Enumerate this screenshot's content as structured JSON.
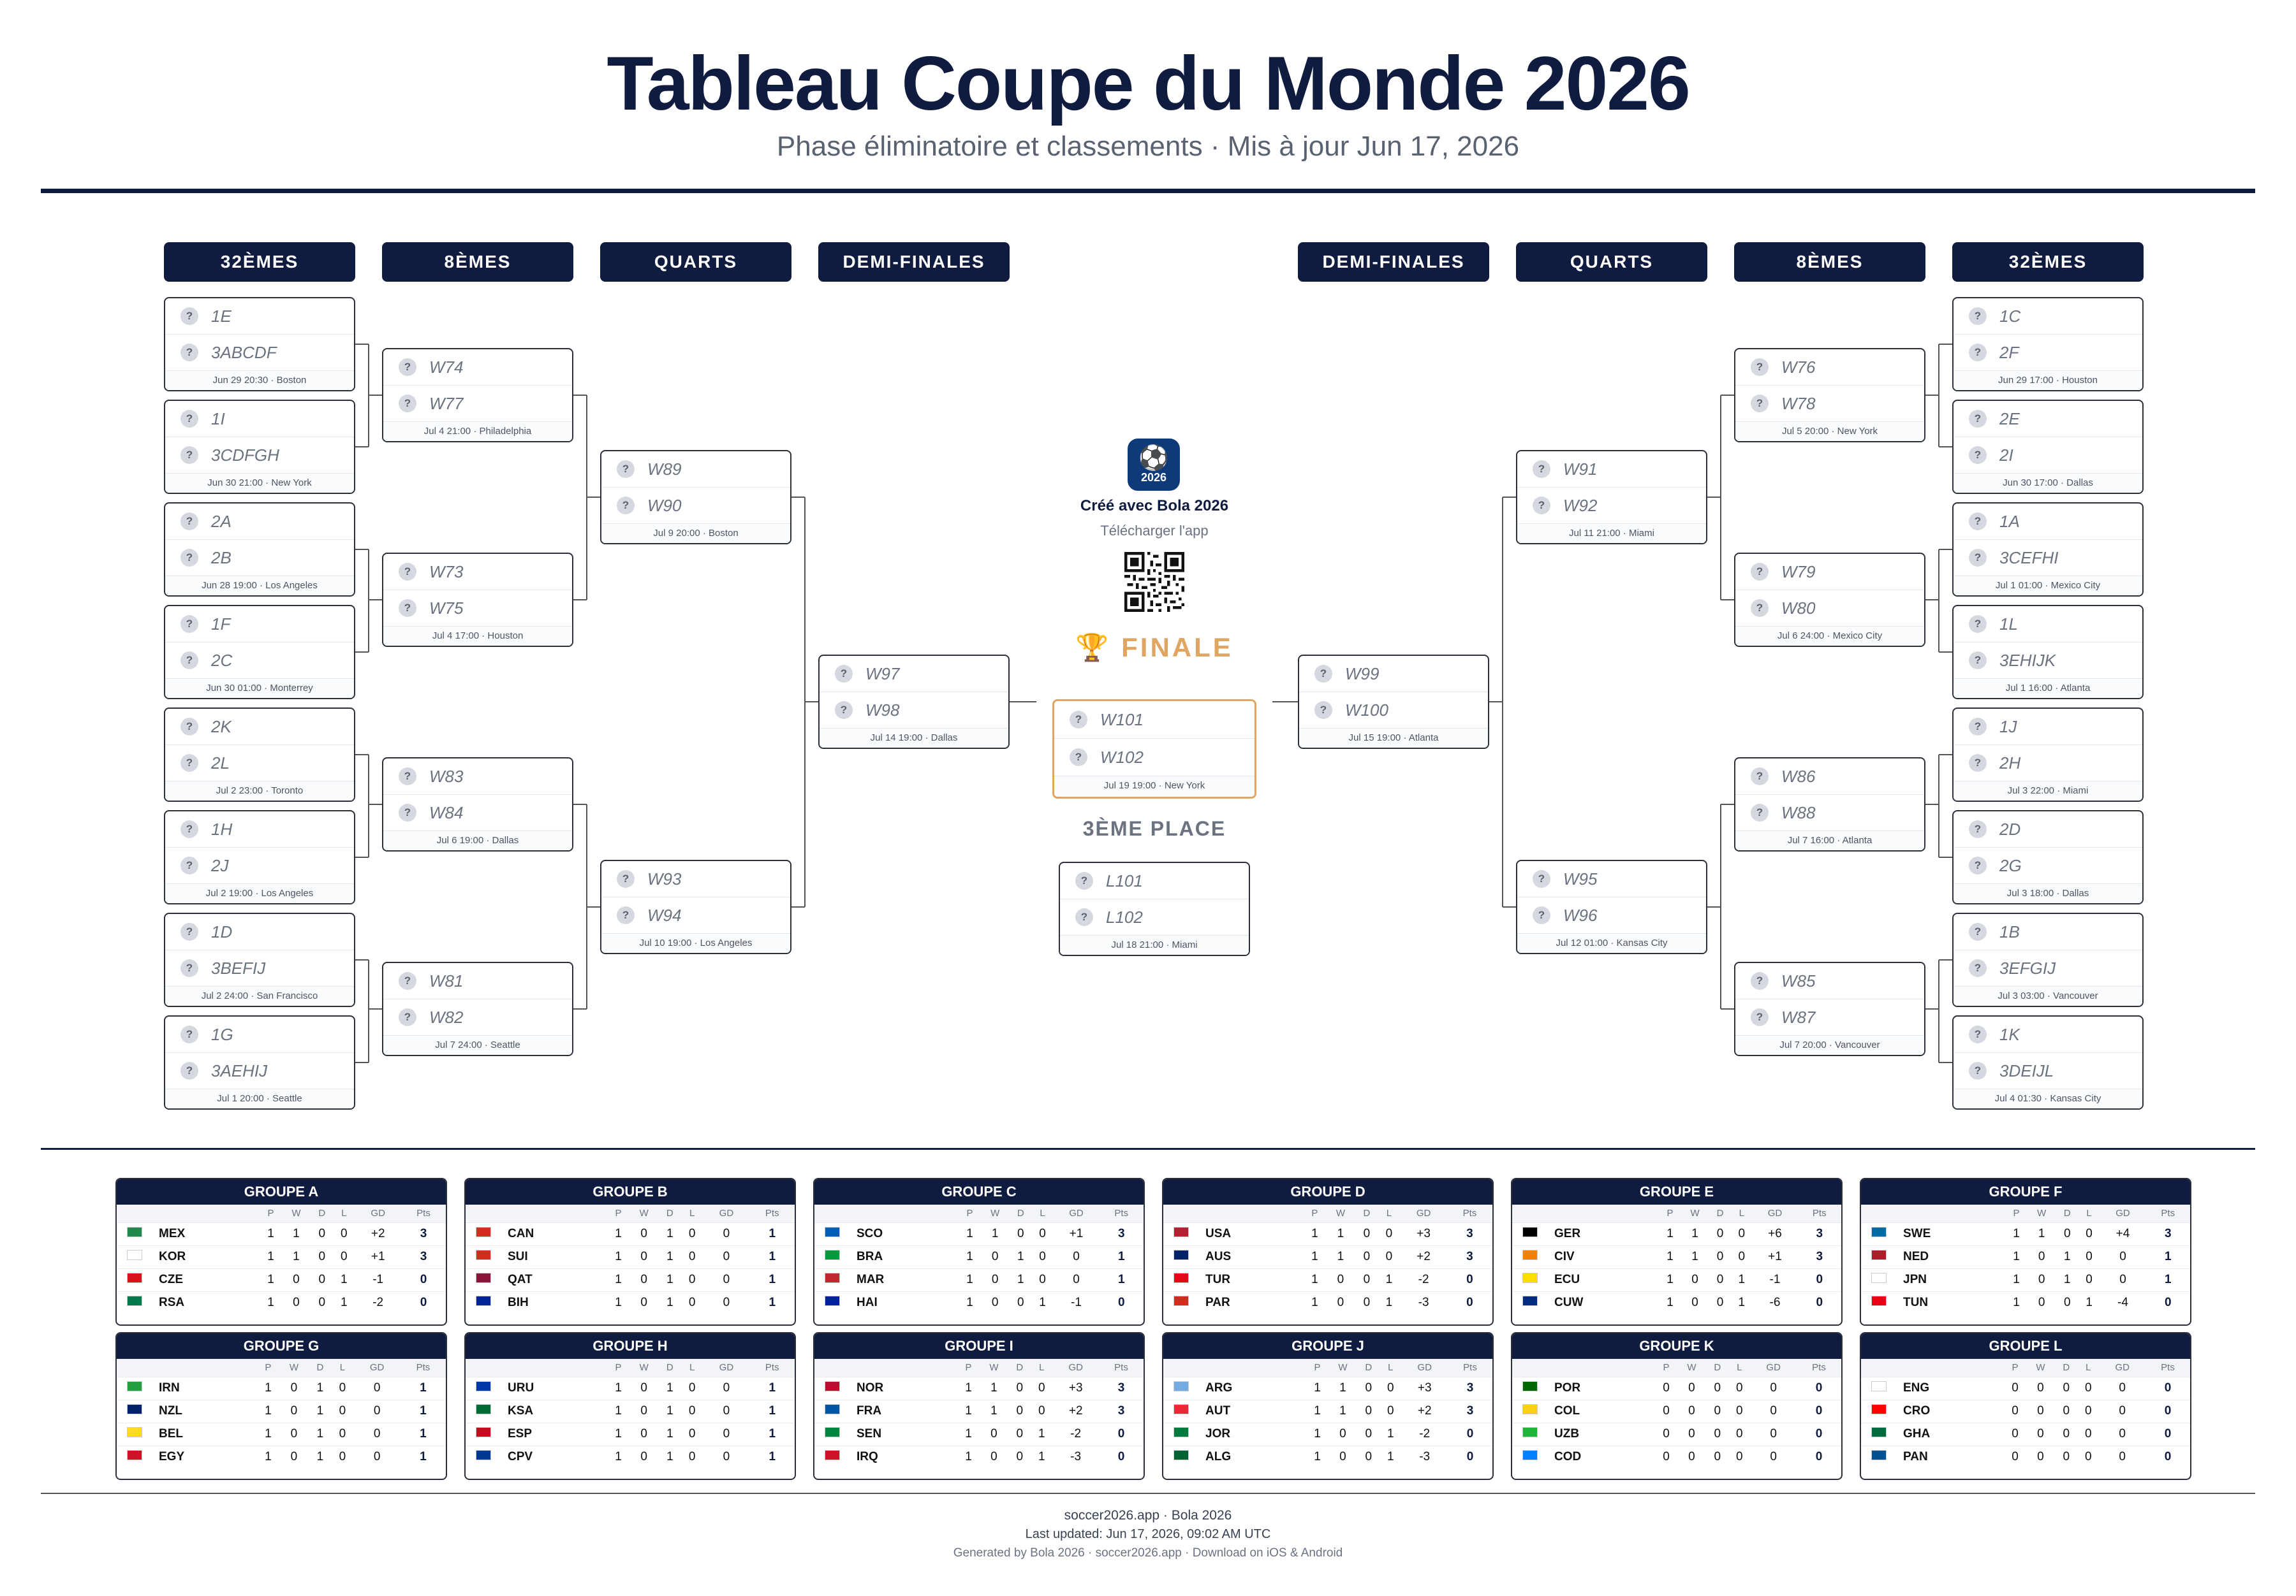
{
  "title": "Tableau Coupe du Monde 2026",
  "subtitle": "Phase éliminatoire et classements · Mis à jour Jun 17, 2026",
  "rounds": {
    "r32": "32ÈMES",
    "r16": "8ÈMES",
    "qf": "QUARTS",
    "sf": "DEMI-FINALES"
  },
  "left": {
    "r32": [
      {
        "a": "1E",
        "b": "3ABCDF",
        "meta": "Jun 29 20:30 · Boston"
      },
      {
        "a": "1I",
        "b": "3CDFGH",
        "meta": "Jun 30 21:00 · New York"
      },
      {
        "a": "2A",
        "b": "2B",
        "meta": "Jun 28 19:00 · Los Angeles"
      },
      {
        "a": "1F",
        "b": "2C",
        "meta": "Jun 30 01:00 · Monterrey"
      },
      {
        "a": "2K",
        "b": "2L",
        "meta": "Jul 2 23:00 · Toronto"
      },
      {
        "a": "1H",
        "b": "2J",
        "meta": "Jul 2 19:00 · Los Angeles"
      },
      {
        "a": "1D",
        "b": "3BEFIJ",
        "meta": "Jul 2 24:00 · San Francisco"
      },
      {
        "a": "1G",
        "b": "3AEHIJ",
        "meta": "Jul 1 20:00 · Seattle"
      }
    ],
    "r16": [
      {
        "a": "W74",
        "b": "W77",
        "meta": "Jul 4 21:00 · Philadelphia"
      },
      {
        "a": "W73",
        "b": "W75",
        "meta": "Jul 4 17:00 · Houston"
      },
      {
        "a": "W83",
        "b": "W84",
        "meta": "Jul 6 19:00 · Dallas"
      },
      {
        "a": "W81",
        "b": "W82",
        "meta": "Jul 7 24:00 · Seattle"
      }
    ],
    "qf": [
      {
        "a": "W89",
        "b": "W90",
        "meta": "Jul 9 20:00 · Boston"
      },
      {
        "a": "W93",
        "b": "W94",
        "meta": "Jul 10 19:00 · Los Angeles"
      }
    ],
    "sf": [
      {
        "a": "W97",
        "b": "W98",
        "meta": "Jul 14 19:00 · Dallas"
      }
    ]
  },
  "right": {
    "r32": [
      {
        "a": "1C",
        "b": "2F",
        "meta": "Jun 29 17:00 · Houston"
      },
      {
        "a": "2E",
        "b": "2I",
        "meta": "Jun 30 17:00 · Dallas"
      },
      {
        "a": "1A",
        "b": "3CEFHI",
        "meta": "Jul 1 01:00 · Mexico City"
      },
      {
        "a": "1L",
        "b": "3EHIJK",
        "meta": "Jul 1 16:00 · Atlanta"
      },
      {
        "a": "1J",
        "b": "2H",
        "meta": "Jul 3 22:00 · Miami"
      },
      {
        "a": "2D",
        "b": "2G",
        "meta": "Jul 3 18:00 · Dallas"
      },
      {
        "a": "1B",
        "b": "3EFGIJ",
        "meta": "Jul 3 03:00 · Vancouver"
      },
      {
        "a": "1K",
        "b": "3DEIJL",
        "meta": "Jul 4 01:30 · Kansas City"
      }
    ],
    "r16": [
      {
        "a": "W76",
        "b": "W78",
        "meta": "Jul 5 20:00 · New York"
      },
      {
        "a": "W79",
        "b": "W80",
        "meta": "Jul 6 24:00 · Mexico City"
      },
      {
        "a": "W86",
        "b": "W88",
        "meta": "Jul 7 16:00 · Atlanta"
      },
      {
        "a": "W85",
        "b": "W87",
        "meta": "Jul 7 20:00 · Vancouver"
      }
    ],
    "qf": [
      {
        "a": "W91",
        "b": "W92",
        "meta": "Jul 11 21:00 · Miami"
      },
      {
        "a": "W95",
        "b": "W96",
        "meta": "Jul 12 01:00 · Kansas City"
      }
    ],
    "sf": [
      {
        "a": "W99",
        "b": "W100",
        "meta": "Jul 15 19:00 · Atlanta"
      }
    ]
  },
  "center": {
    "made_with": "Créé avec Bola 2026",
    "download": "Télécharger l'app",
    "app_icon_year": "2026",
    "finale_label": "FINALE",
    "final": {
      "a": "W101",
      "b": "W102",
      "meta": "Jul 19 19:00 · New York"
    },
    "third_label": "3ÈME PLACE",
    "third": {
      "a": "L101",
      "b": "L102",
      "meta": "Jul 18 21:00 · Miami"
    }
  },
  "placeholder_glyph": "?",
  "table_headers": [
    "P",
    "W",
    "D",
    "L",
    "GD",
    "Pts"
  ],
  "groups": [
    {
      "name": "GROUPE A",
      "rows": [
        [
          "MEX",
          "1",
          "1",
          "0",
          "0",
          "+2",
          "3"
        ],
        [
          "KOR",
          "1",
          "1",
          "0",
          "0",
          "+1",
          "3"
        ],
        [
          "CZE",
          "1",
          "0",
          "0",
          "1",
          "-1",
          "0"
        ],
        [
          "RSA",
          "1",
          "0",
          "0",
          "1",
          "-2",
          "0"
        ]
      ]
    },
    {
      "name": "GROUPE B",
      "rows": [
        [
          "CAN",
          "1",
          "0",
          "1",
          "0",
          "0",
          "1"
        ],
        [
          "SUI",
          "1",
          "0",
          "1",
          "0",
          "0",
          "1"
        ],
        [
          "QAT",
          "1",
          "0",
          "1",
          "0",
          "0",
          "1"
        ],
        [
          "BIH",
          "1",
          "0",
          "1",
          "0",
          "0",
          "1"
        ]
      ]
    },
    {
      "name": "GROUPE C",
      "rows": [
        [
          "SCO",
          "1",
          "1",
          "0",
          "0",
          "+1",
          "3"
        ],
        [
          "BRA",
          "1",
          "0",
          "1",
          "0",
          "0",
          "1"
        ],
        [
          "MAR",
          "1",
          "0",
          "1",
          "0",
          "0",
          "1"
        ],
        [
          "HAI",
          "1",
          "0",
          "0",
          "1",
          "-1",
          "0"
        ]
      ]
    },
    {
      "name": "GROUPE D",
      "rows": [
        [
          "USA",
          "1",
          "1",
          "0",
          "0",
          "+3",
          "3"
        ],
        [
          "AUS",
          "1",
          "1",
          "0",
          "0",
          "+2",
          "3"
        ],
        [
          "TUR",
          "1",
          "0",
          "0",
          "1",
          "-2",
          "0"
        ],
        [
          "PAR",
          "1",
          "0",
          "0",
          "1",
          "-3",
          "0"
        ]
      ]
    },
    {
      "name": "GROUPE E",
      "rows": [
        [
          "GER",
          "1",
          "1",
          "0",
          "0",
          "+6",
          "3"
        ],
        [
          "CIV",
          "1",
          "1",
          "0",
          "0",
          "+1",
          "3"
        ],
        [
          "ECU",
          "1",
          "0",
          "0",
          "1",
          "-1",
          "0"
        ],
        [
          "CUW",
          "1",
          "0",
          "0",
          "1",
          "-6",
          "0"
        ]
      ]
    },
    {
      "name": "GROUPE F",
      "rows": [
        [
          "SWE",
          "1",
          "1",
          "0",
          "0",
          "+4",
          "3"
        ],
        [
          "NED",
          "1",
          "0",
          "1",
          "0",
          "0",
          "1"
        ],
        [
          "JPN",
          "1",
          "0",
          "1",
          "0",
          "0",
          "1"
        ],
        [
          "TUN",
          "1",
          "0",
          "0",
          "1",
          "-4",
          "0"
        ]
      ]
    },
    {
      "name": "GROUPE G",
      "rows": [
        [
          "IRN",
          "1",
          "0",
          "1",
          "0",
          "0",
          "1"
        ],
        [
          "NZL",
          "1",
          "0",
          "1",
          "0",
          "0",
          "1"
        ],
        [
          "BEL",
          "1",
          "0",
          "1",
          "0",
          "0",
          "1"
        ],
        [
          "EGY",
          "1",
          "0",
          "1",
          "0",
          "0",
          "1"
        ]
      ]
    },
    {
      "name": "GROUPE H",
      "rows": [
        [
          "URU",
          "1",
          "0",
          "1",
          "0",
          "0",
          "1"
        ],
        [
          "KSA",
          "1",
          "0",
          "1",
          "0",
          "0",
          "1"
        ],
        [
          "ESP",
          "1",
          "0",
          "1",
          "0",
          "0",
          "1"
        ],
        [
          "CPV",
          "1",
          "0",
          "1",
          "0",
          "0",
          "1"
        ]
      ]
    },
    {
      "name": "GROUPE I",
      "rows": [
        [
          "NOR",
          "1",
          "1",
          "0",
          "0",
          "+3",
          "3"
        ],
        [
          "FRA",
          "1",
          "1",
          "0",
          "0",
          "+2",
          "3"
        ],
        [
          "SEN",
          "1",
          "0",
          "0",
          "1",
          "-2",
          "0"
        ],
        [
          "IRQ",
          "1",
          "0",
          "0",
          "1",
          "-3",
          "0"
        ]
      ]
    },
    {
      "name": "GROUPE J",
      "rows": [
        [
          "ARG",
          "1",
          "1",
          "0",
          "0",
          "+3",
          "3"
        ],
        [
          "AUT",
          "1",
          "1",
          "0",
          "0",
          "+2",
          "3"
        ],
        [
          "JOR",
          "1",
          "0",
          "0",
          "1",
          "-2",
          "0"
        ],
        [
          "ALG",
          "1",
          "0",
          "0",
          "1",
          "-3",
          "0"
        ]
      ]
    },
    {
      "name": "GROUPE K",
      "rows": [
        [
          "POR",
          "0",
          "0",
          "0",
          "0",
          "0",
          "0"
        ],
        [
          "COL",
          "0",
          "0",
          "0",
          "0",
          "0",
          "0"
        ],
        [
          "UZB",
          "0",
          "0",
          "0",
          "0",
          "0",
          "0"
        ],
        [
          "COD",
          "0",
          "0",
          "0",
          "0",
          "0",
          "0"
        ]
      ]
    },
    {
      "name": "GROUPE L",
      "rows": [
        [
          "ENG",
          "0",
          "0",
          "0",
          "0",
          "0",
          "0"
        ],
        [
          "CRO",
          "0",
          "0",
          "0",
          "0",
          "0",
          "0"
        ],
        [
          "GHA",
          "0",
          "0",
          "0",
          "0",
          "0",
          "0"
        ],
        [
          "PAN",
          "0",
          "0",
          "0",
          "0",
          "0",
          "0"
        ]
      ]
    }
  ],
  "flag_colors": {
    "MEX": "#1f8a4c",
    "KOR": "#ffffff",
    "CZE": "#d7141a",
    "RSA": "#007a4d",
    "CAN": "#d52b1e",
    "SUI": "#d52b1e",
    "QAT": "#8a1538",
    "BIH": "#002395",
    "SCO": "#005eb8",
    "BRA": "#009c3b",
    "MAR": "#c1272d",
    "HAI": "#00209f",
    "USA": "#b22234",
    "AUS": "#012169",
    "TUR": "#e30a17",
    "PAR": "#d52b1e",
    "GER": "#000000",
    "CIV": "#f77f00",
    "ECU": "#ffdd00",
    "CUW": "#002b7f",
    "SWE": "#006aa7",
    "NED": "#ae1c28",
    "JPN": "#ffffff",
    "TUN": "#e70013",
    "IRN": "#239f40",
    "NZL": "#012169",
    "BEL": "#fdda24",
    "EGY": "#ce1126",
    "URU": "#0038a8",
    "KSA": "#006c35",
    "ESP": "#c60b1e",
    "CPV": "#003893",
    "NOR": "#ba0c2f",
    "FRA": "#0055a4",
    "SEN": "#00853f",
    "IRQ": "#ce1126",
    "ARG": "#74acdf",
    "AUT": "#ed2939",
    "JOR": "#007a3d",
    "ALG": "#006233",
    "POR": "#006600",
    "COL": "#fcd116",
    "UZB": "#1eb53a",
    "COD": "#007fff",
    "ENG": "#ffffff",
    "CRO": "#ff0000",
    "GHA": "#006b3f",
    "PAN": "#005293"
  },
  "footer": {
    "line1": "soccer2026.app · Bola 2026",
    "line2": "Last updated: Jun 17, 2026, 09:02 AM UTC",
    "line3": "Generated by Bola 2026 · soccer2026.app · Download on iOS & Android"
  }
}
